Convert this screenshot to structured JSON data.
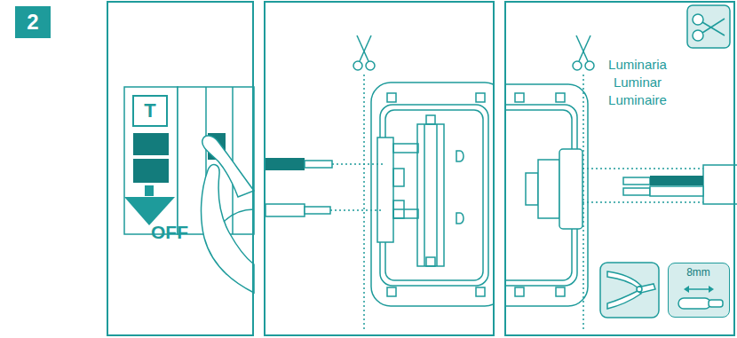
{
  "diagram": {
    "nodes": [
      {
        "text": [
          "2"
        ]
      },
      {
        "text": [
          "OFF"
        ]
      },
      {
        "text": [
          "T"
        ],
        "in": 1
      },
      {
        "text": [
          "Luminaria",
          "Luminar",
          "Luminaire"
        ]
      },
      {
        "text": [
          "8mm"
        ],
        "in": 3
      }
    ]
  }
}
